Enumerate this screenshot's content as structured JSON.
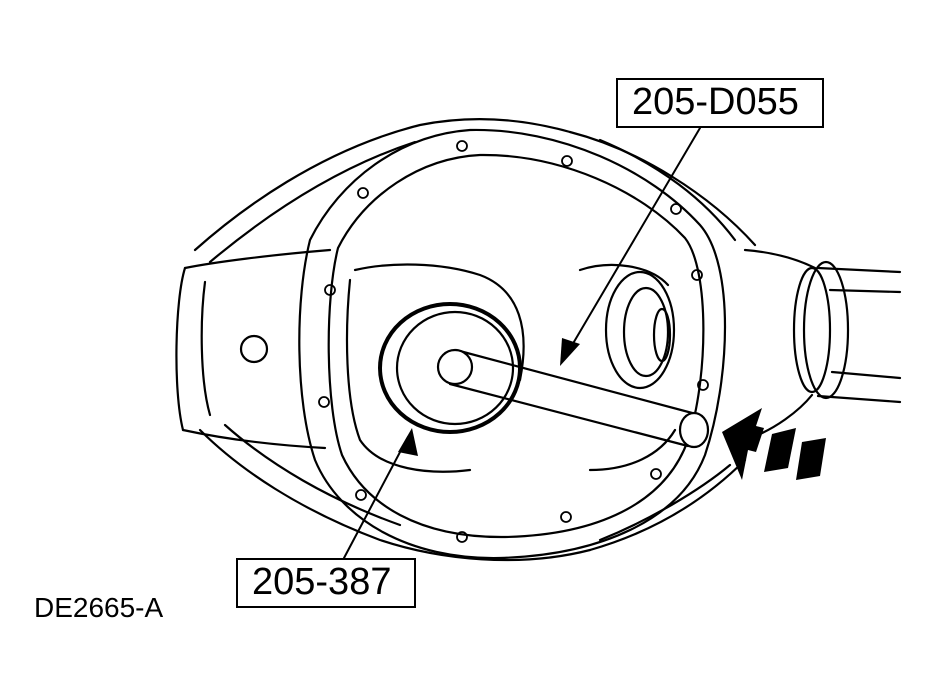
{
  "figure_id": "DE2665-A",
  "callouts": {
    "tool_handle": "205-D055",
    "tool_installer": "205-387"
  },
  "icons": [
    "direction-arrow-icon"
  ]
}
